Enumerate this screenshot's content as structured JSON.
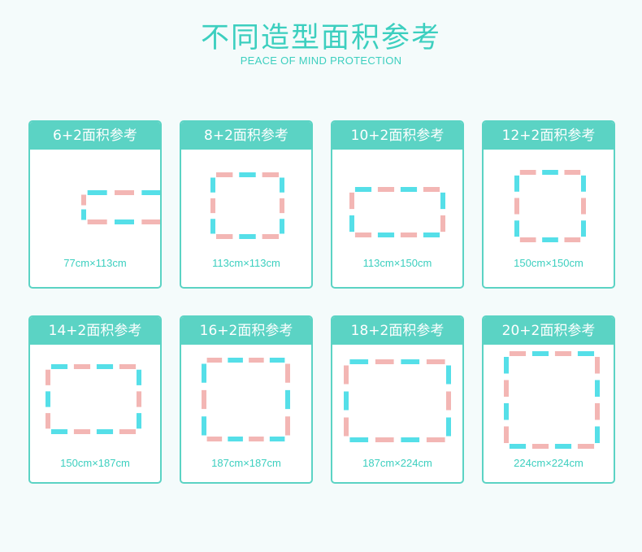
{
  "header": {
    "title": "不同造型面积参考",
    "subtitle": "PEACE OF MIND PROTECTION"
  },
  "colors": {
    "accent": "#5bd3c4",
    "cyan": "#55dfe8",
    "pink": "#f3b6b4"
  },
  "cards": [
    {
      "title": "6+2面积参考",
      "size": "77cm×113cm"
    },
    {
      "title": "8+2面积参考",
      "size": "113cm×113cm"
    },
    {
      "title": "10+2面积参考",
      "size": "113cm×150cm"
    },
    {
      "title": "12+2面积参考",
      "size": "150cm×150cm"
    },
    {
      "title": "14+2面积参考",
      "size": "150cm×187cm"
    },
    {
      "title": "16+2面积参考",
      "size": "187cm×187cm"
    },
    {
      "title": "18+2面积参考",
      "size": "187cm×224cm"
    },
    {
      "title": "20+2面积参考",
      "size": "224cm×224cm"
    }
  ]
}
